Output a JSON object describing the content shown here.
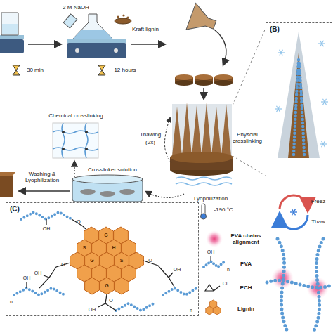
{
  "diagram": {
    "nodes": [
      {
        "text": [
          "(B)"
        ]
      },
      {
        "text": [
          "(C)"
        ]
      }
    ],
    "labels": [
      "2 M NaOH",
      "Kraft lignin",
      "30 min",
      "12 hours",
      "Chemical crosslinking",
      "Physcial crosslinking",
      "Thawing",
      "(2x)",
      "Washing & Lyophilization",
      "Lyophilization",
      "Crosslinker solution",
      "-196 °C",
      "Freez",
      "Thaw",
      "OH",
      "OH",
      "OH",
      "OH",
      "OH",
      "O",
      "O",
      "O",
      "O",
      "n",
      "n",
      "G",
      "S",
      "H",
      "G",
      "S",
      "G",
      "OH",
      "Cl",
      "n"
    ],
    "legend": [
      {
        "text": "PVA chains alignment"
      },
      {
        "text": "PVA"
      },
      {
        "text": "ECH"
      },
      {
        "text": "Lignin"
      }
    ]
  }
}
